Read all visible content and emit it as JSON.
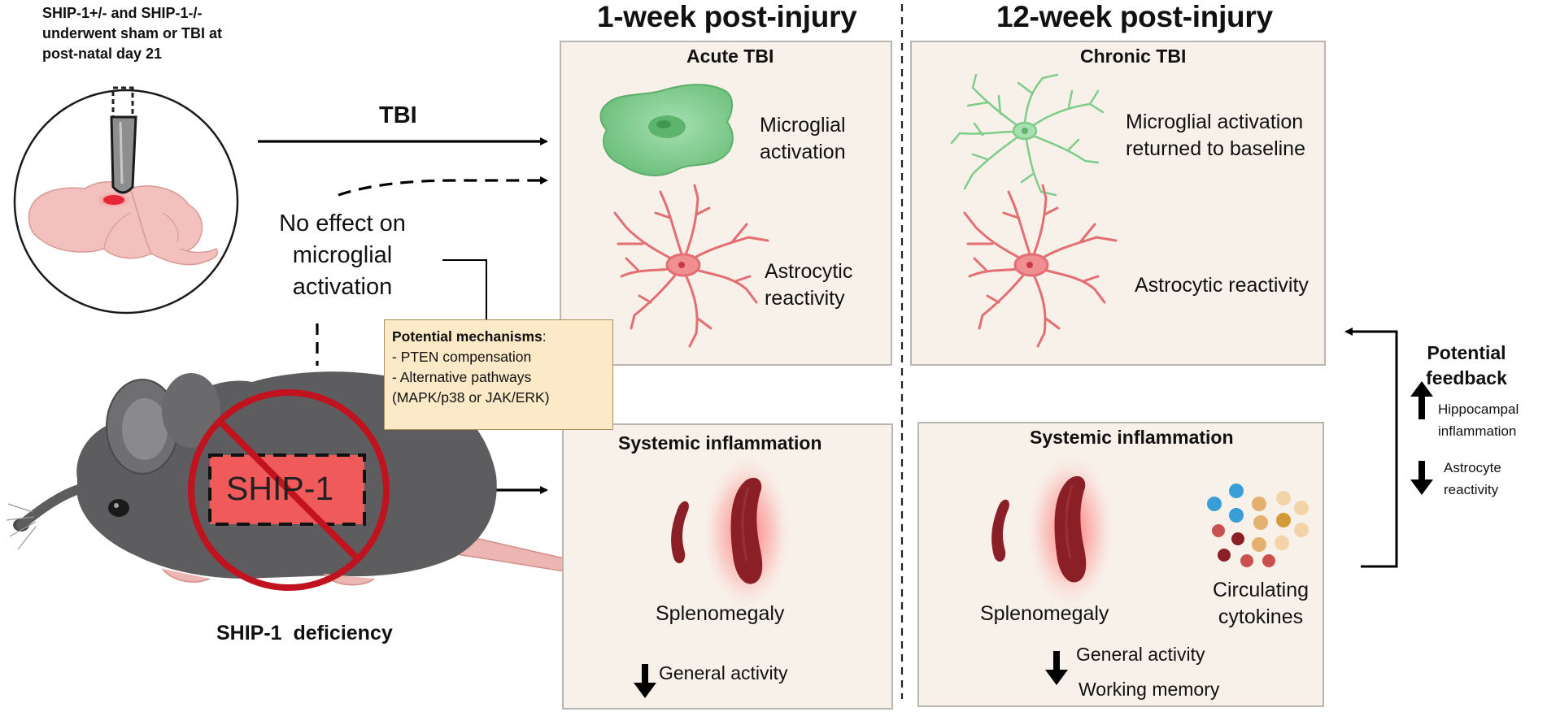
{
  "intro": {
    "lines": [
      "SHIP-1+/- and SHIP-1-/-",
      "underwent sham or TBI at",
      "post-natal day 21"
    ]
  },
  "headings": {
    "week1": "1-week post-injury",
    "week12": "12-week post-injury"
  },
  "arrow_labels": {
    "tbi": "TBI"
  },
  "no_effect": {
    "lines": [
      "No effect on",
      "microglial",
      "activation"
    ]
  },
  "mechanisms": {
    "title": "Potential mechanisms",
    "colon": ":",
    "items": [
      "- PTEN compensation",
      "- Alternative pathways",
      "(MAPK/p38 or JAK/ERK)"
    ]
  },
  "mouse": {
    "badge": "SHIP-1",
    "caption": "SHIP-1  deficiency"
  },
  "acute": {
    "title": "Acute TBI",
    "microglia_lines": [
      "Microglial",
      "activation"
    ],
    "astro_lines": [
      "Astrocytic",
      "reactivity"
    ]
  },
  "chronic": {
    "title": "Chronic TBI",
    "microglia_lines": [
      "Microglial activation",
      "returned to baseline"
    ],
    "astro": "Astrocytic reactivity"
  },
  "systemic1": {
    "title": "Systemic inflammation",
    "spleen": "Splenomegaly",
    "activity": "General activity"
  },
  "systemic2": {
    "title": "Systemic inflammation",
    "spleen": "Splenomegaly",
    "cytokine_lines": [
      "Circulating",
      "cytokines"
    ],
    "activity": "General activity",
    "memory": "Working memory"
  },
  "feedback": {
    "title_lines": [
      "Potential",
      "feedback"
    ],
    "up_lines": [
      "Hippocampal",
      "inflammation"
    ],
    "down_lines": [
      "Astrocyte",
      "reactivity"
    ]
  },
  "colors": {
    "panel_bg": "#f8f1ea",
    "panel_border": "#b9b5b1",
    "microglia_fill": "#7fcc8b",
    "astrocyte": "#e46f72",
    "spleen": "#8b1f28",
    "mechanism_bg": "#fbe9c7",
    "badge_red": "#f05a5a",
    "mouse_gray": "#5d5d5f"
  }
}
